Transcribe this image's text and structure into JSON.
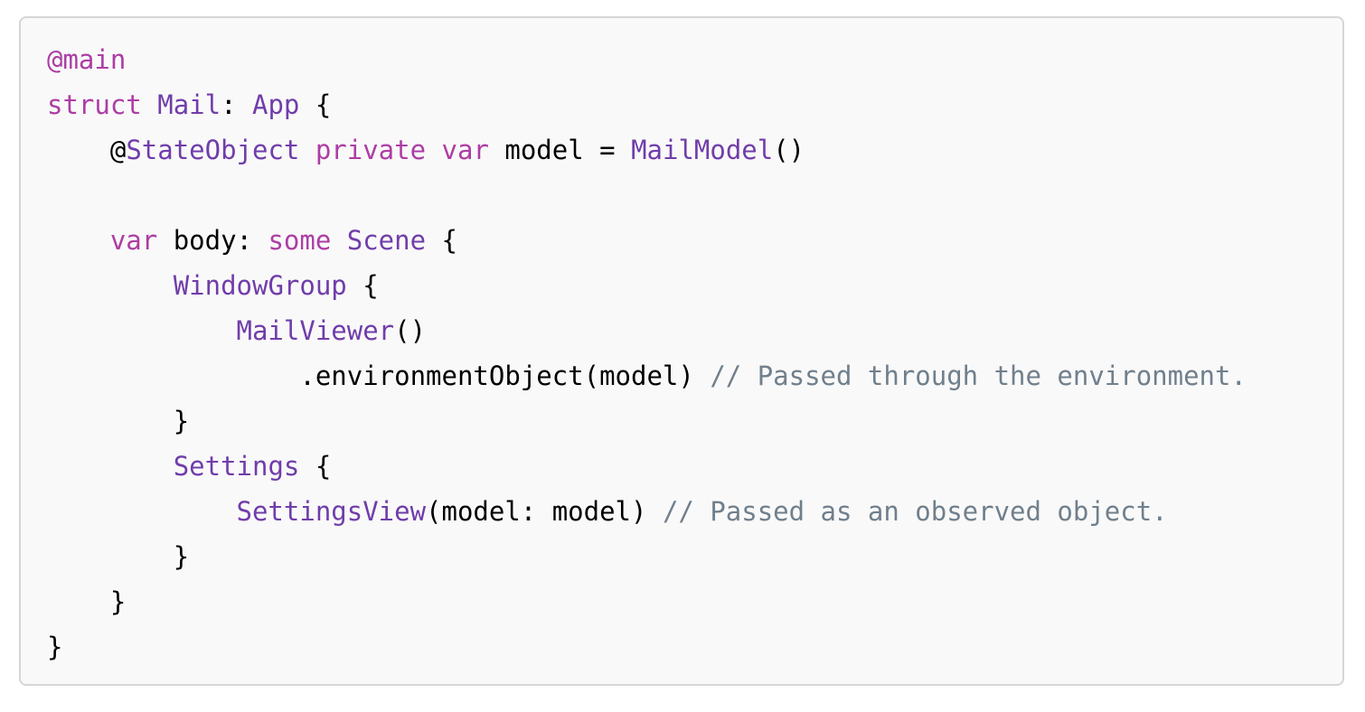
{
  "code_block": {
    "language": "swift",
    "colors": {
      "background": "#f9f9f9",
      "border": "#d6d6d6",
      "keyword": "#ad3da4",
      "type": "#703daa",
      "comment": "#707f8c",
      "plain": "#000000"
    },
    "lines": [
      {
        "indent": 0,
        "tokens": [
          {
            "kind": "keyword",
            "text": "@main"
          }
        ]
      },
      {
        "indent": 0,
        "tokens": [
          {
            "kind": "keyword",
            "text": "struct"
          },
          {
            "kind": "plain",
            "text": " "
          },
          {
            "kind": "type",
            "text": "Mail"
          },
          {
            "kind": "plain",
            "text": ": "
          },
          {
            "kind": "type",
            "text": "App"
          },
          {
            "kind": "plain",
            "text": " {"
          }
        ]
      },
      {
        "indent": 1,
        "tokens": [
          {
            "kind": "plain",
            "text": "@"
          },
          {
            "kind": "type",
            "text": "StateObject"
          },
          {
            "kind": "plain",
            "text": " "
          },
          {
            "kind": "keyword",
            "text": "private"
          },
          {
            "kind": "plain",
            "text": " "
          },
          {
            "kind": "keyword",
            "text": "var"
          },
          {
            "kind": "plain",
            "text": " model = "
          },
          {
            "kind": "type",
            "text": "MailModel"
          },
          {
            "kind": "plain",
            "text": "()"
          }
        ]
      },
      {
        "indent": 0,
        "tokens": []
      },
      {
        "indent": 1,
        "tokens": [
          {
            "kind": "keyword",
            "text": "var"
          },
          {
            "kind": "plain",
            "text": " body: "
          },
          {
            "kind": "keyword",
            "text": "some"
          },
          {
            "kind": "plain",
            "text": " "
          },
          {
            "kind": "type",
            "text": "Scene"
          },
          {
            "kind": "plain",
            "text": " {"
          }
        ]
      },
      {
        "indent": 2,
        "tokens": [
          {
            "kind": "type",
            "text": "WindowGroup"
          },
          {
            "kind": "plain",
            "text": " {"
          }
        ]
      },
      {
        "indent": 3,
        "tokens": [
          {
            "kind": "type",
            "text": "MailViewer"
          },
          {
            "kind": "plain",
            "text": "()"
          }
        ]
      },
      {
        "indent": 4,
        "tokens": [
          {
            "kind": "plain",
            "text": ".environmentObject(model) "
          },
          {
            "kind": "comment",
            "text": "// Passed through the environment."
          }
        ]
      },
      {
        "indent": 2,
        "tokens": [
          {
            "kind": "plain",
            "text": "}"
          }
        ]
      },
      {
        "indent": 2,
        "tokens": [
          {
            "kind": "type",
            "text": "Settings"
          },
          {
            "kind": "plain",
            "text": " {"
          }
        ]
      },
      {
        "indent": 3,
        "tokens": [
          {
            "kind": "type",
            "text": "SettingsView"
          },
          {
            "kind": "plain",
            "text": "(model: model) "
          },
          {
            "kind": "comment",
            "text": "// Passed as an observed object."
          }
        ]
      },
      {
        "indent": 2,
        "tokens": [
          {
            "kind": "plain",
            "text": "}"
          }
        ]
      },
      {
        "indent": 1,
        "tokens": [
          {
            "kind": "plain",
            "text": "}"
          }
        ]
      },
      {
        "indent": 0,
        "tokens": [
          {
            "kind": "plain",
            "text": "}"
          }
        ]
      }
    ]
  }
}
